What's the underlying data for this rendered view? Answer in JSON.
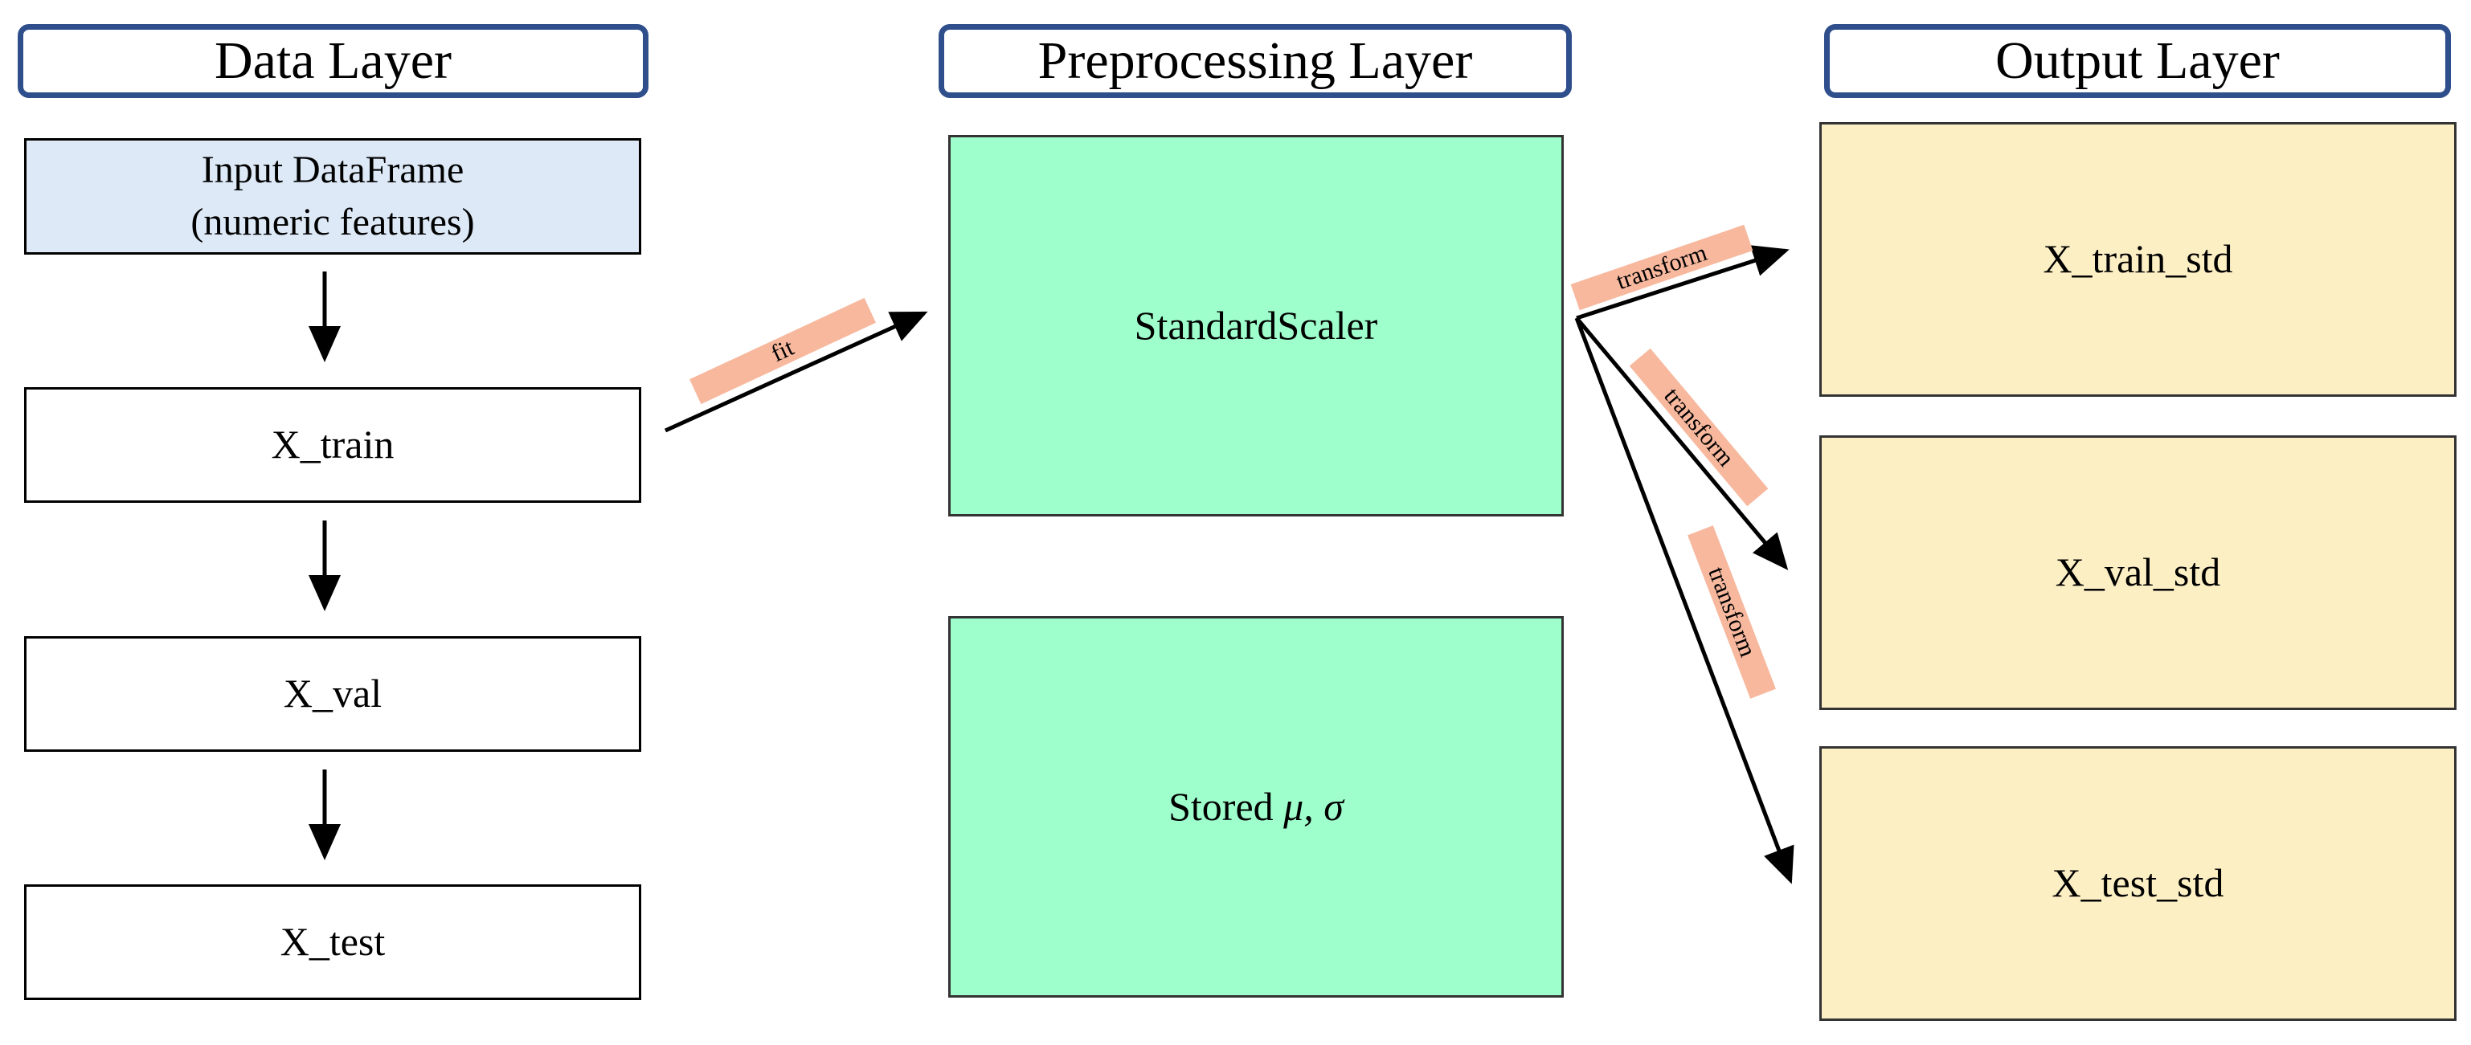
{
  "headers": {
    "data": "Data Layer",
    "preprocessing": "Preprocessing Layer",
    "output": "Output Layer"
  },
  "data_layer": {
    "input_line1": "Input DataFrame",
    "input_line2": "(numeric features)",
    "x_train": "X_train",
    "x_val": "X_val",
    "x_test": "X_test"
  },
  "preprocessing_layer": {
    "scaler": "StandardScaler",
    "stored_prefix": "Stored ",
    "stored_symbols": "μ, σ"
  },
  "output_layer": {
    "train_std": "X_train_std",
    "val_std": "X_val_std",
    "test_std": "X_test_std"
  },
  "edge_labels": {
    "fit": "fit",
    "transform_train": "transform",
    "transform_val": "transform",
    "transform_test": "transform"
  },
  "colors": {
    "header_border": "#2f4f8c",
    "input_fill": "#dde9f6",
    "preprocessing_fill": "#9fffcc",
    "output_fill": "#fdefc4",
    "edge_label_fill": "#f7b89e"
  }
}
